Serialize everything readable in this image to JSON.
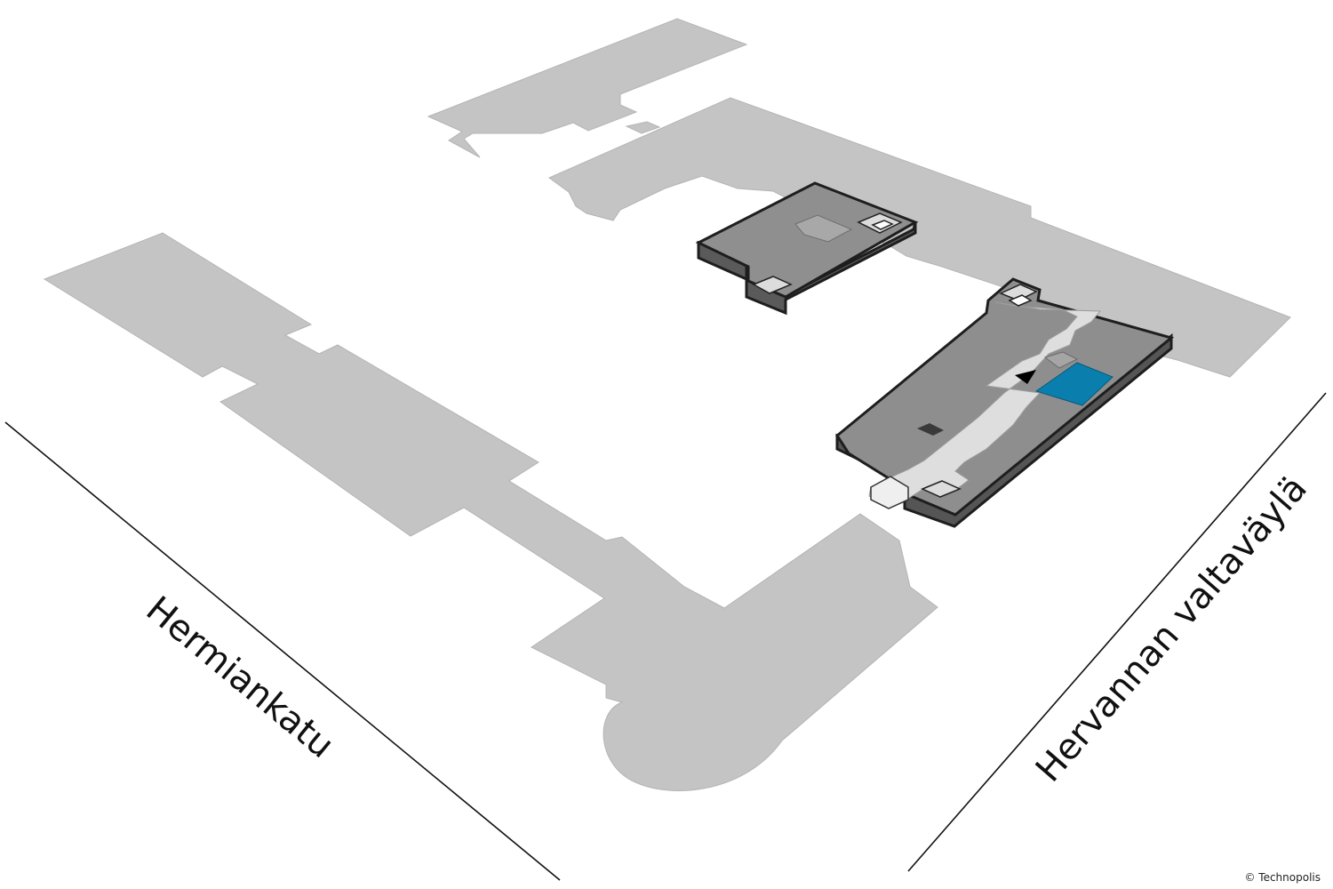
{
  "map": {
    "streets": {
      "left": "Hermiankatu",
      "right": "Hervannan valtaväylä"
    },
    "copyright": "© Technopolis",
    "highlighted_unit_color": "#0a7fae",
    "footprint_color": "#c4c4c4",
    "floor_color": "#8f8f8f",
    "wall_color": "#2a2a2a",
    "corridor_color": "#dedede",
    "marker_icon": "location-arrow-icon"
  }
}
